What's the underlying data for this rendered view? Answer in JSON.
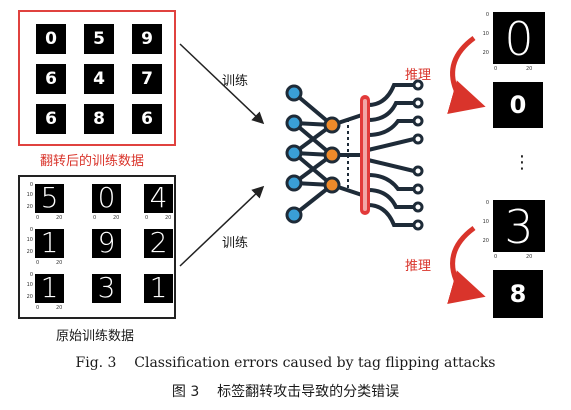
{
  "flipped": {
    "digits": [
      "0",
      "5",
      "9",
      "6",
      "4",
      "7",
      "6",
      "8",
      "6"
    ],
    "caption": "翻转后的训练数据"
  },
  "original": {
    "digits": [
      "5",
      "0",
      "4",
      "1",
      "9",
      "2",
      "1",
      "3",
      "1"
    ],
    "caption": "原始训练数据",
    "yticks": [
      "0",
      "10",
      "20"
    ],
    "xticks": [
      "0",
      "20"
    ]
  },
  "arrows": {
    "train_top": "训练",
    "train_bottom": "训练",
    "infer_top": "推理",
    "infer_bottom": "推理"
  },
  "outputs": {
    "top_input_digit": "0",
    "top_output": "0",
    "bottom_input_digit": "3",
    "bottom_output": "8",
    "ellipsis": "⋮",
    "yticks": [
      "0",
      "10",
      "20"
    ],
    "xticks": [
      "0",
      "20"
    ]
  },
  "caption": {
    "en": "Fig. 3    Classification errors caused by tag flipping attacks",
    "cn": "图 3    标签翻转攻击导致的分类错误"
  },
  "colors": {
    "flip_border": "#e0423f",
    "infer_arrow": "#d9342b",
    "node_blue": "#3a9fd6",
    "node_orange": "#ee8a2a",
    "node_dark": "#1e2b38",
    "center_bar": "#e23a3a"
  }
}
